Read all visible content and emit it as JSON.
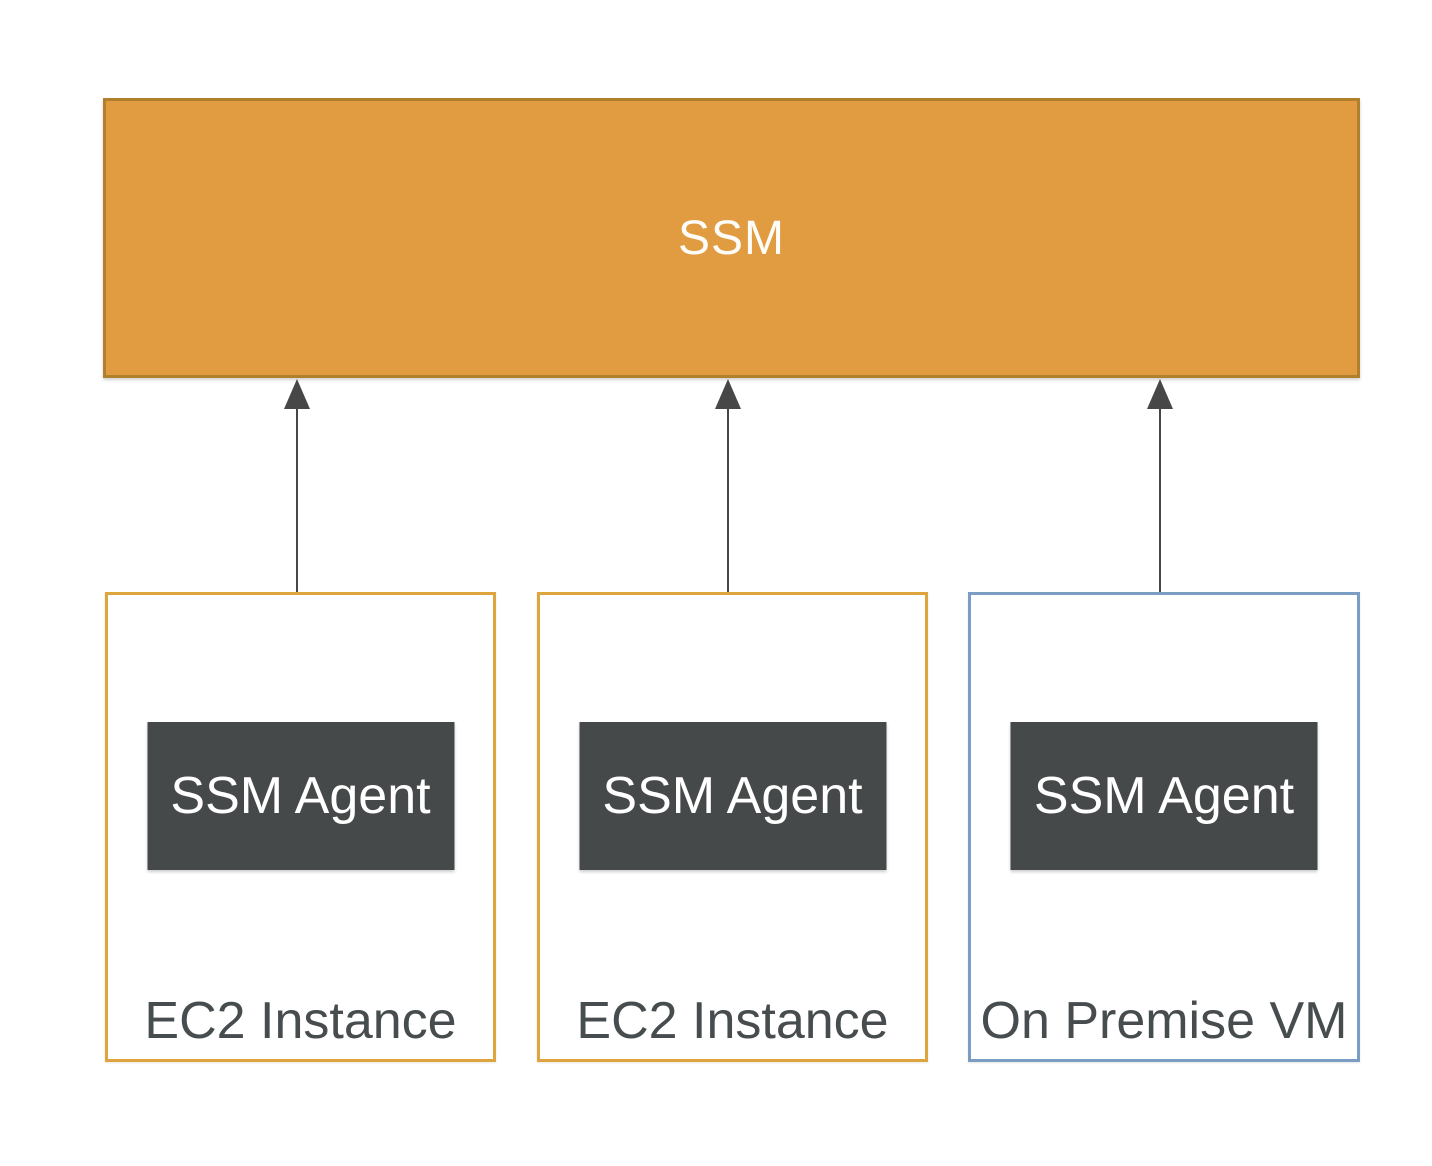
{
  "ssm": {
    "label": "SSM"
  },
  "nodes": [
    {
      "label": "EC2 Instance",
      "agent_label": "SSM Agent",
      "border_color": "#DEA43D"
    },
    {
      "label": "EC2 Instance",
      "agent_label": "SSM Agent",
      "border_color": "#DEA43D"
    },
    {
      "label": "On Premise VM",
      "agent_label": "SSM Agent",
      "border_color": "#7C9DC3"
    }
  ],
  "colors": {
    "ssm_fill": "#E19C41",
    "ssm_border": "#B0802C",
    "agent_fill": "#46494A",
    "agent_text": "#FFFFFF",
    "label_text": "#474C4E",
    "arrow": "#474747"
  }
}
